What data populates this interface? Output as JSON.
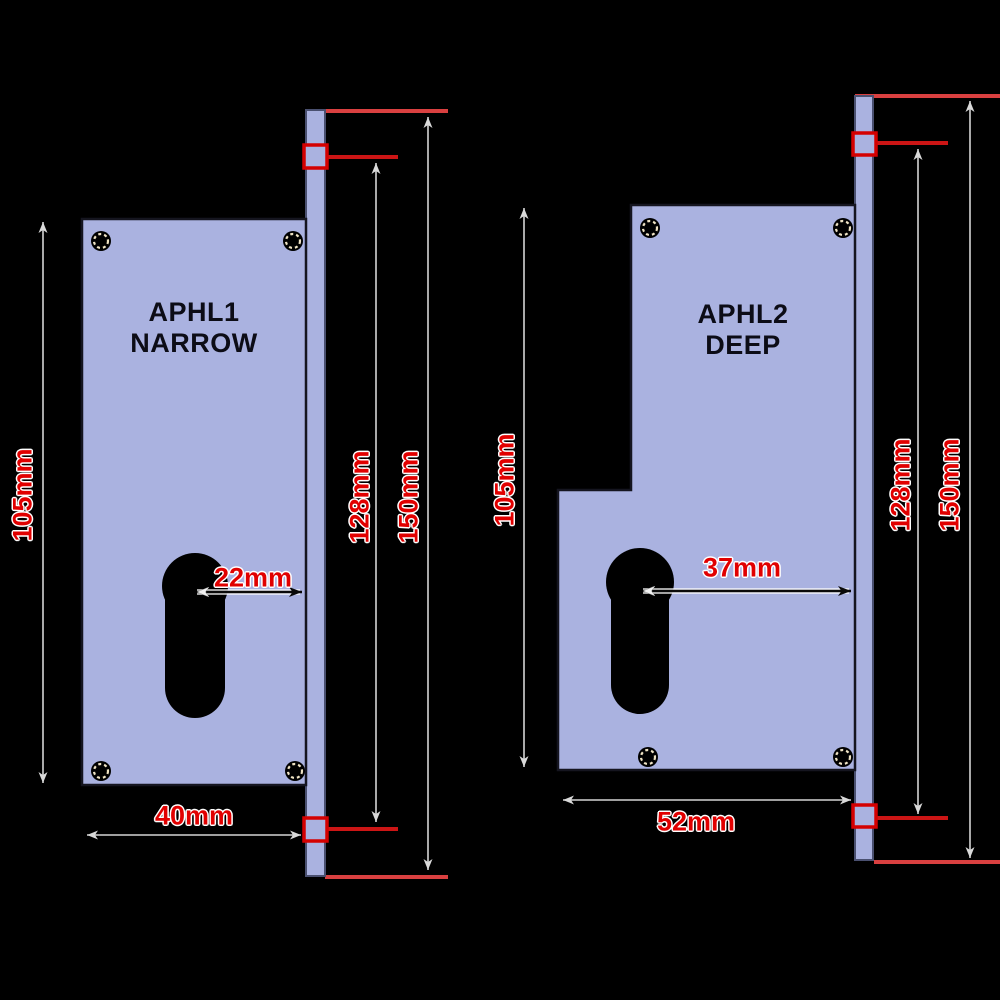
{
  "diagrams": [
    {
      "model": "APHL1",
      "variant": "NARROW",
      "dims": {
        "height": "105mm",
        "width": "40mm",
        "backset": "22mm",
        "fixing_centres": "128mm",
        "faceplate_length": "150mm"
      }
    },
    {
      "model": "APHL2",
      "variant": "DEEP",
      "dims": {
        "height": "105mm",
        "width": "52mm",
        "backset": "37mm",
        "fixing_centres": "128mm",
        "faceplate_length": "150mm"
      }
    }
  ],
  "colors": {
    "background": "#000000",
    "plate_fill": "#aab2e0",
    "plate_outline": "#15151f",
    "faceplate_outline": "#4a5070",
    "dimension_red": "#cc1111",
    "dimension_label": "#e10000",
    "dimension_line": "#d4d4d4",
    "title_text": "#0c0c16",
    "screw_ring": "#efe3c4"
  }
}
